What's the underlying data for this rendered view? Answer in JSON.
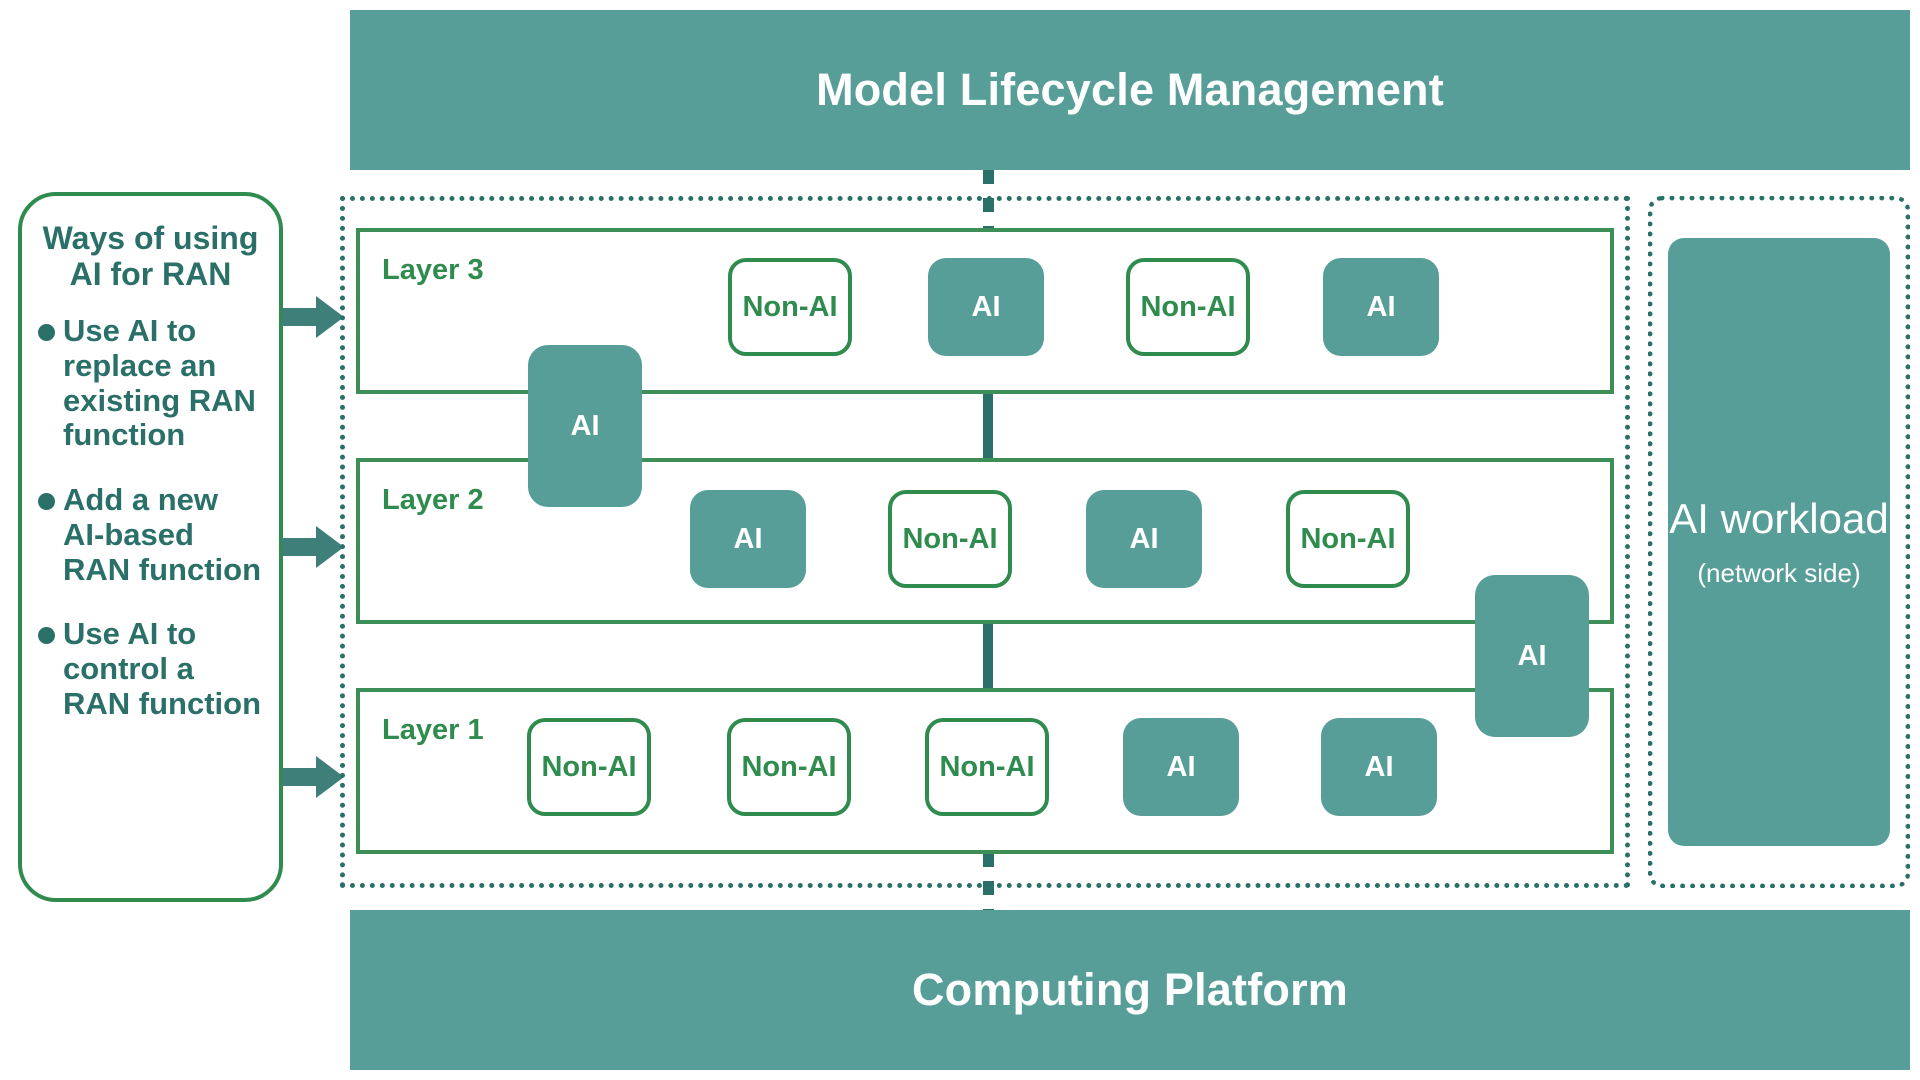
{
  "bands": {
    "top_label": "Model Lifecycle Management",
    "bottom_label": "Computing Platform"
  },
  "ways_card": {
    "title": "Ways of using AI for RAN",
    "items": [
      "Use AI to replace an existing RAN function",
      "Add a new AI-based RAN function",
      "Use AI to control a RAN function"
    ]
  },
  "layers": [
    {
      "id": "layer3",
      "label": "Layer 3",
      "chips": [
        {
          "type": "nonai",
          "label": "Non-AI"
        },
        {
          "type": "ai",
          "label": "AI"
        },
        {
          "type": "nonai",
          "label": "Non-AI"
        },
        {
          "type": "ai",
          "label": "AI"
        }
      ]
    },
    {
      "id": "layer2",
      "label": "Layer 2",
      "chips": [
        {
          "type": "ai",
          "label": "AI"
        },
        {
          "type": "nonai",
          "label": "Non-AI"
        },
        {
          "type": "ai",
          "label": "AI"
        },
        {
          "type": "nonai",
          "label": "Non-AI"
        }
      ]
    },
    {
      "id": "layer1",
      "label": "Layer 1",
      "chips": [
        {
          "type": "nonai",
          "label": "Non-AI"
        },
        {
          "type": "nonai",
          "label": "Non-AI"
        },
        {
          "type": "nonai",
          "label": "Non-AI"
        },
        {
          "type": "ai",
          "label": "AI"
        },
        {
          "type": "ai",
          "label": "AI"
        }
      ]
    }
  ],
  "straddling_chips": [
    {
      "name": "straddle-layer3-layer2",
      "label": "AI"
    },
    {
      "name": "straddle-layer2-layer1",
      "label": "AI"
    }
  ],
  "workload": {
    "title": "AI workload",
    "subtitle": "(network side)"
  },
  "colors": {
    "teal": "#589e98",
    "teal_dark": "#2b7068",
    "green": "#2f8b4e",
    "green_line": "#3d8e57",
    "white": "#ffffff"
  }
}
